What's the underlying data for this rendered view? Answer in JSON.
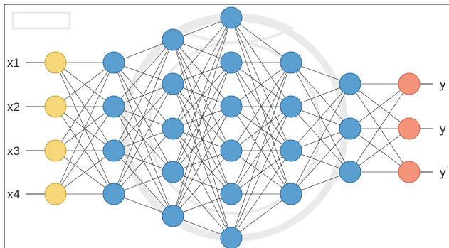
{
  "colors": {
    "input": "#f6d77a",
    "hidden": "#5b9fd0",
    "output": "#f4937a",
    "input_stroke": "#c9a33b",
    "hidden_stroke": "#2f6f9e",
    "output_stroke": "#c96650",
    "edge": "#333333",
    "frame": "#333333",
    "watermark": "#d9d9d9"
  },
  "diagram": {
    "type": "neural-network",
    "layer_sizes": [
      4,
      4,
      5,
      6,
      4,
      3,
      3
    ],
    "inputs": [
      "x1",
      "x2",
      "x3",
      "x4"
    ],
    "outputs": [
      "y",
      "y",
      "y"
    ],
    "watermark": "university seal (faint, decorative)"
  }
}
